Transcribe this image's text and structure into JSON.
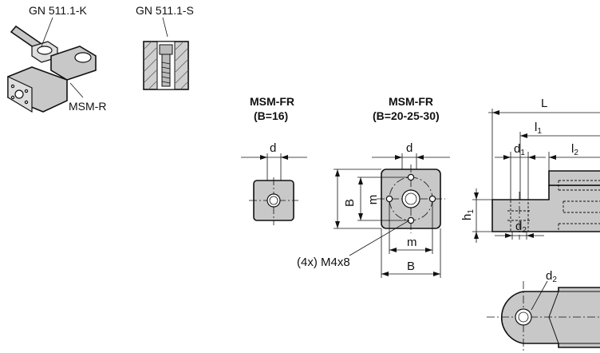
{
  "callouts": {
    "handle_label": "GN 511.1-K",
    "screw_label": "GN 511.1-S",
    "body_label": "MSM-R"
  },
  "views": {
    "small": {
      "title": "MSM-FR",
      "subtitle": "(B=16)",
      "d": "d"
    },
    "large": {
      "title": "MSM-FR",
      "subtitle": "(B=20-25-30)",
      "d": "d",
      "B_vert": "B",
      "m_vert": "m",
      "m_horiz": "m",
      "B_horiz": "B",
      "holes": "(4x) M4x8"
    },
    "side": {
      "L": "L",
      "l1": "l",
      "l1_sub": "1",
      "l2": "l",
      "l2_sub": "2",
      "d1": "d",
      "d1_sub": "1",
      "d2": "d",
      "d2_sub": "2",
      "h1": "h",
      "h1_sub": "1"
    },
    "bottom": {
      "d2": "d",
      "d2_sub": "2"
    }
  }
}
